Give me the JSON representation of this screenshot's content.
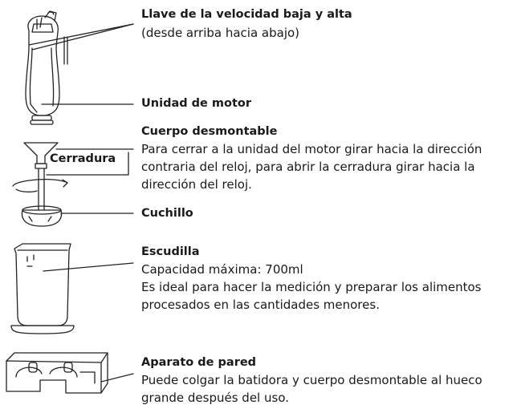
{
  "speed_switch": {
    "title": "Llave de la velocidad baja y alta",
    "note": "(desde arriba hacia abajo)"
  },
  "motor_unit": {
    "title": "Unidad de motor"
  },
  "shaft": {
    "title": "Cuerpo desmontable",
    "lock_callout": "Cerradura",
    "desc_lines": [
      "Para cerrar a la unidad del motor girar hacia la dirección",
      "contraria del reloj, para abrir la cerradura girar hacia la",
      "dirección del reloj."
    ]
  },
  "blade": {
    "title": "Cuchillo"
  },
  "beaker": {
    "title": "Escudilla",
    "capacity": "Capacidad máxima: 700ml",
    "desc_lines": [
      "Es ideal para hacer la medición y preparar los alimentos",
      "procesados en las cantidades menores."
    ]
  },
  "wall_mount": {
    "title": "Aparato de pared",
    "desc_lines": [
      "Puede colgar la batidora y cuerpo desmontable al hueco",
      "grande después del uso."
    ]
  }
}
